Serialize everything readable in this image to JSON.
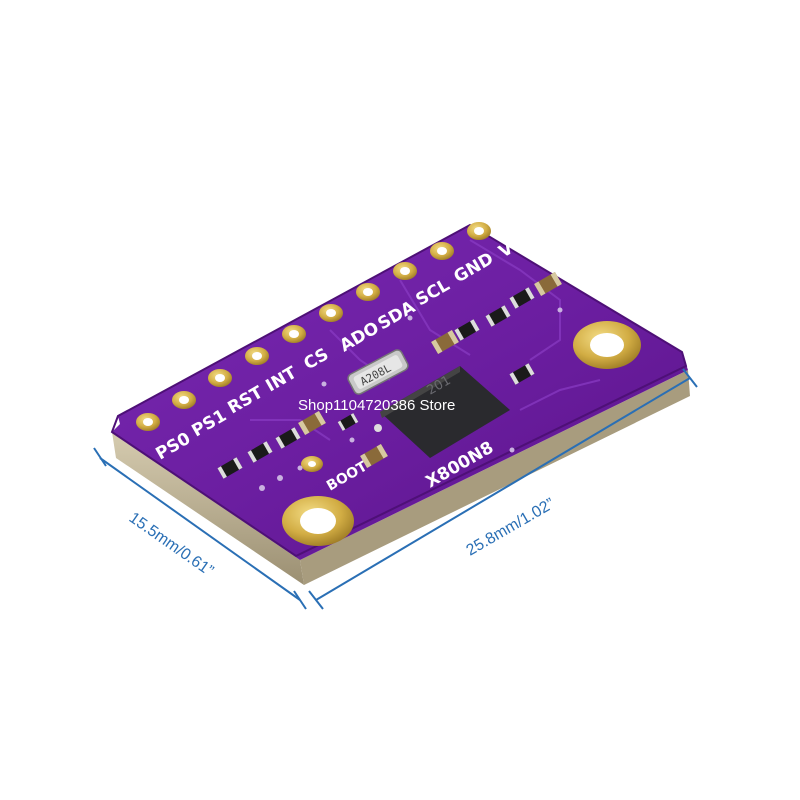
{
  "product": {
    "pin_labels": [
      "VCC",
      "GND",
      "SCL",
      "SDA",
      "ADO",
      "CS",
      "INT",
      "RST",
      "PS1",
      "PS0"
    ],
    "boot_label": "BOOT",
    "board_model": "X800N8",
    "crystal_marking": "A208L",
    "chip_marking": "201"
  },
  "dimensions": {
    "length": "25.8mm/1.02”",
    "width": "15.5mm/0.61”"
  },
  "watermark": "Shop1104720386 Store",
  "colors": {
    "pcb": "#6b1fa0",
    "pcb_edge": "#b9ad8f",
    "gold": "#d7b74a",
    "dimension_line": "#2a6fb5"
  }
}
